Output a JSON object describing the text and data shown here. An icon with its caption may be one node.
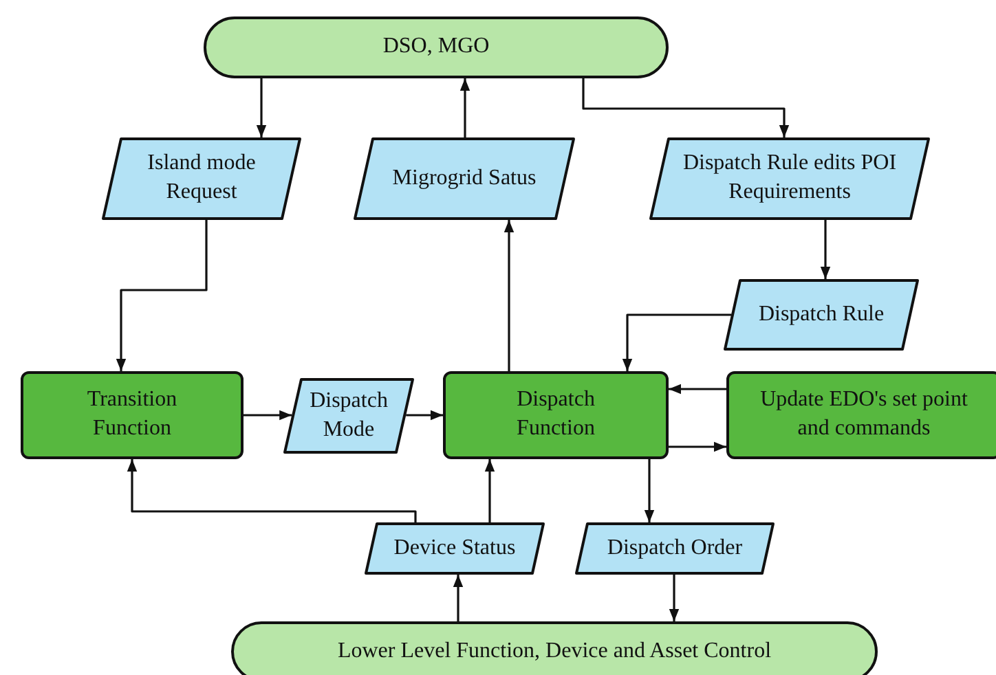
{
  "diagram": {
    "nodes": [
      {
        "text": [
          "DSO, MGO"
        ]
      },
      {
        "text": [
          "Island mode Request"
        ]
      },
      {
        "text": [
          "Migrogrid Satus"
        ]
      },
      {
        "text": [
          "Dispatch Rule edits POI Requirements"
        ]
      },
      {
        "text": [
          "Dispatch Rule"
        ]
      },
      {
        "text": [
          "Transition Function"
        ]
      },
      {
        "text": [
          "Dispatch Mode"
        ]
      },
      {
        "text": [
          "Dispatch Function"
        ]
      },
      {
        "text": [
          "Update EDO's set point and commands"
        ]
      },
      {
        "text": [
          "Device Status"
        ]
      },
      {
        "text": [
          "Dispatch Order"
        ]
      },
      {
        "text": [
          "Lower Level Function, Device and Asset Control"
        ]
      }
    ],
    "edges": [
      {
        "from": 0,
        "to": 1,
        "arrow": "to"
      },
      {
        "from": 2,
        "to": 0,
        "arrow": "to"
      },
      {
        "from": 0,
        "to": 3,
        "arrow": "to"
      },
      {
        "from": 1,
        "to": 5,
        "arrow": "to"
      },
      {
        "from": 7,
        "to": 2,
        "arrow": "to"
      },
      {
        "from": 3,
        "to": 4,
        "arrow": "to"
      },
      {
        "from": 4,
        "to": 7,
        "arrow": "to"
      },
      {
        "from": 5,
        "to": 6,
        "arrow": "to"
      },
      {
        "from": 6,
        "to": 7,
        "arrow": "to"
      },
      {
        "from": 8,
        "to": 7,
        "arrow": "to"
      },
      {
        "from": 7,
        "to": 8,
        "arrow": "to"
      },
      {
        "from": 9,
        "to": 5,
        "arrow": "to"
      },
      {
        "from": 9,
        "to": 7,
        "arrow": "to"
      },
      {
        "from": 7,
        "to": 10,
        "arrow": "to"
      },
      {
        "from": 11,
        "to": 9,
        "arrow": "to"
      },
      {
        "from": 10,
        "to": 11,
        "arrow": "to"
      }
    ]
  }
}
